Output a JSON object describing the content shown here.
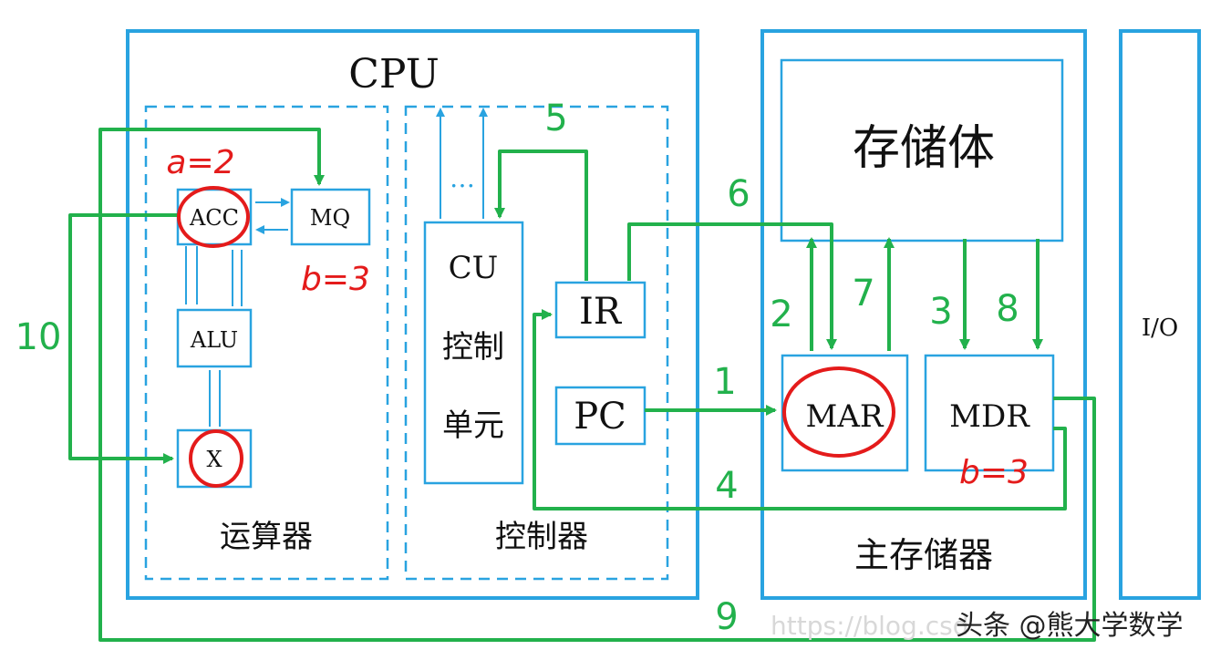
{
  "diagram": {
    "cpu_title": "CPU",
    "alu_unit_label": "运算器",
    "control_unit_label": "控制器",
    "memory_label": "主存储器",
    "storage_body_label": "存储体",
    "io_label": "I/O",
    "registers": {
      "acc": "ACC",
      "mq": "MQ",
      "alu": "ALU",
      "x": "X",
      "cu": "CU",
      "cu_line2": "控制",
      "cu_line3": "单元",
      "dots": "…",
      "ir": "IR",
      "pc": "PC",
      "mar": "MAR",
      "mdr": "MDR"
    },
    "steps": {
      "s1": "1",
      "s2": "2",
      "s3": "3",
      "s4": "4",
      "s5": "5",
      "s6": "6",
      "s7": "7",
      "s8": "8",
      "s9": "9",
      "s10": "10"
    },
    "annotations": {
      "a_eq_2": "a=2",
      "b_eq_3_mq": "b=3",
      "b_eq_3_mdr": "b=3"
    },
    "watermark_url": "https://blog.csd",
    "watermark_brand": "头条 @熊大学数学",
    "colors": {
      "frame_blue": "#29a3e0",
      "flow_green": "#22b14c",
      "mark_red": "#e41b1b",
      "text_black": "#111111"
    }
  }
}
